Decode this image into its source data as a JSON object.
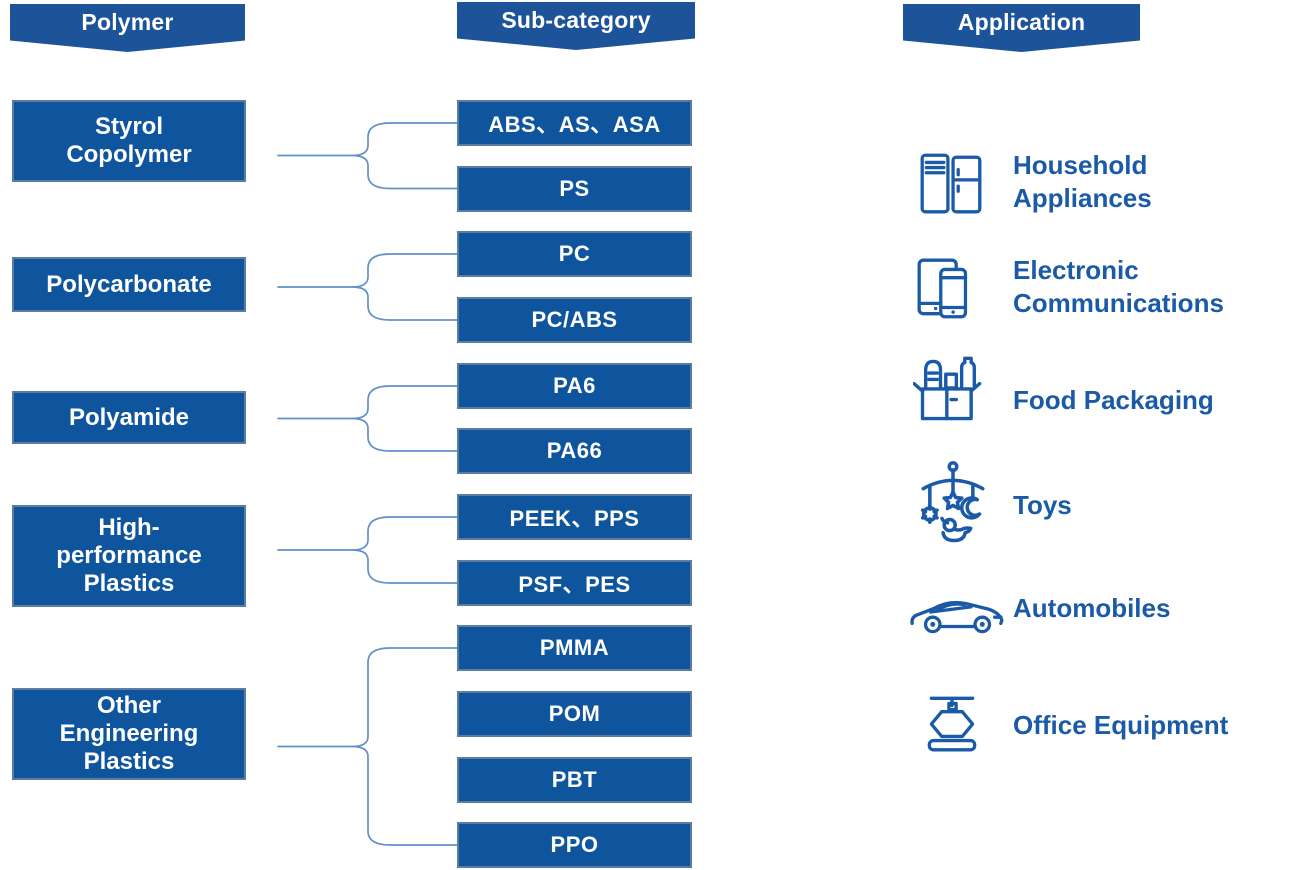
{
  "headers": {
    "polymer": "Polymer",
    "sub_category": "Sub-category",
    "application": "Application"
  },
  "polymers": [
    {
      "label": "Styrol\nCopolymer",
      "sub_categories": [
        "ABS、AS、ASA",
        "PS"
      ]
    },
    {
      "label": "Polycarbonate",
      "sub_categories": [
        "PC",
        "PC/ABS"
      ]
    },
    {
      "label": "Polyamide",
      "sub_categories": [
        "PA6",
        "PA66"
      ]
    },
    {
      "label": "High-\nperformance\nPlastics",
      "sub_categories": [
        "PEEK、PPS",
        "PSF、PES"
      ]
    },
    {
      "label": "Other\nEngineering\nPlastics",
      "sub_categories": [
        "PMMA",
        "POM",
        "PBT",
        "PPO"
      ]
    }
  ],
  "applications": [
    {
      "label": "Household\nAppliances",
      "icon": "household-appliances-icon"
    },
    {
      "label": "Electronic\nCommunications",
      "icon": "electronic-communications-icon"
    },
    {
      "label": "Food Packaging",
      "icon": "food-packaging-icon"
    },
    {
      "label": "Toys",
      "icon": "toys-icon"
    },
    {
      "label": "Automobiles",
      "icon": "automobiles-icon"
    },
    {
      "label": "Office Equipment",
      "icon": "office-equipment-icon"
    }
  ],
  "colors": {
    "box_fill": "#0e559e",
    "box_border": "#5c7da0",
    "banner_fill": "#1d5499",
    "box_text": "#ffffff",
    "application_text": "#1a5aa6",
    "connector": "#6191c8"
  }
}
